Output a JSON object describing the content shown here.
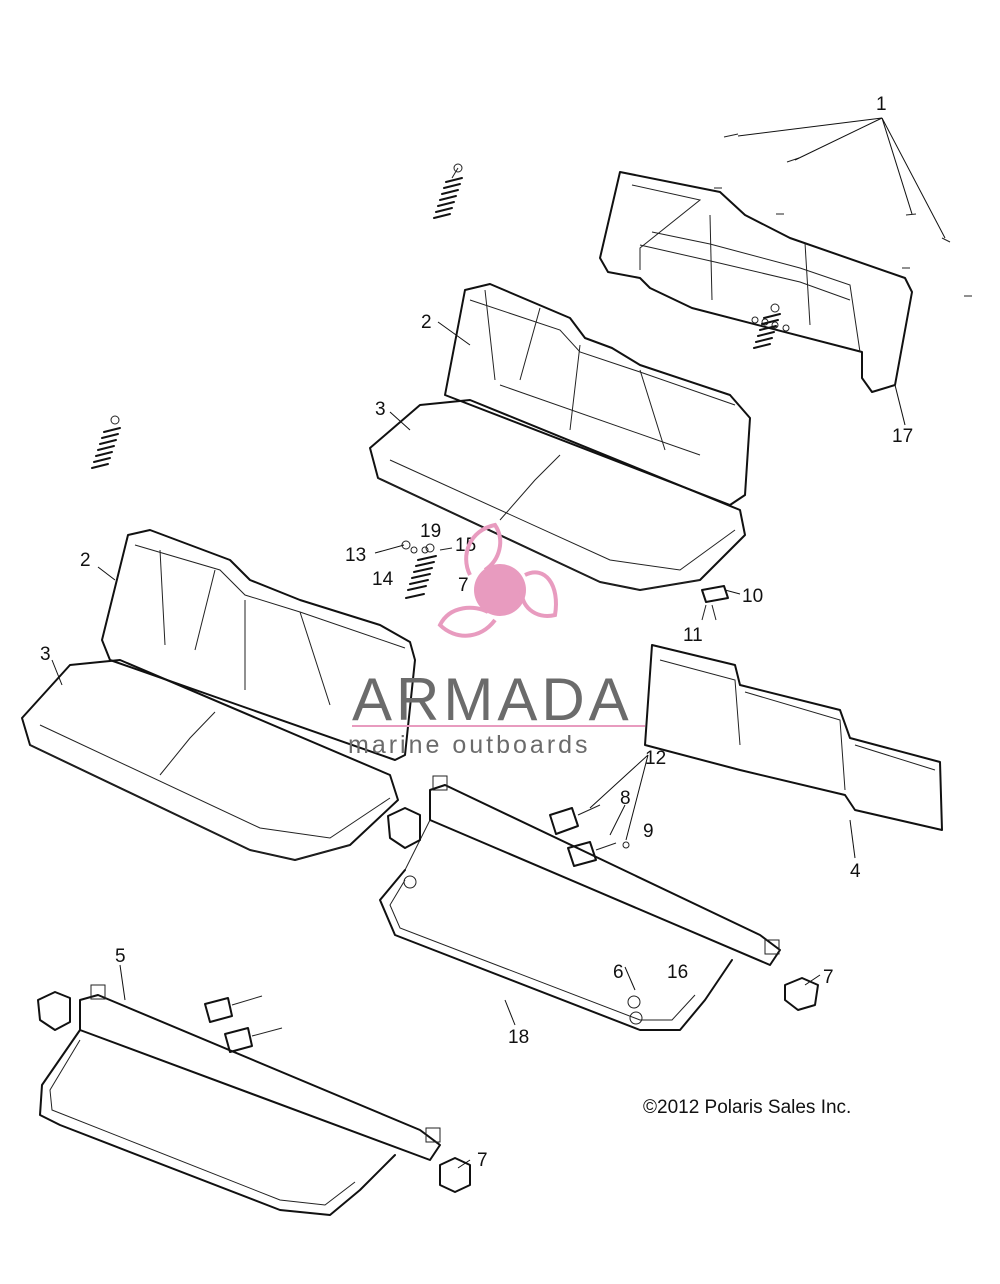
{
  "diagram": {
    "callouts": {
      "c1": "1",
      "c2a": "2",
      "c2b": "2",
      "c3a": "3",
      "c3b": "3",
      "c4": "4",
      "c5": "5",
      "c6": "6",
      "c7a": "7",
      "c7b": "7",
      "c7c": "7",
      "c8": "8",
      "c9": "9",
      "c10": "10",
      "c11": "11",
      "c12": "12",
      "c13": "13",
      "c14": "14",
      "c15": "15",
      "c16": "16",
      "c17": "17",
      "c18": "18",
      "c19": "19"
    },
    "watermark": {
      "brand": "ARMADA",
      "tagline": "marine outboards",
      "accent_color": "#e89bbf"
    },
    "copyright": "©2012 Polaris Sales Inc."
  }
}
